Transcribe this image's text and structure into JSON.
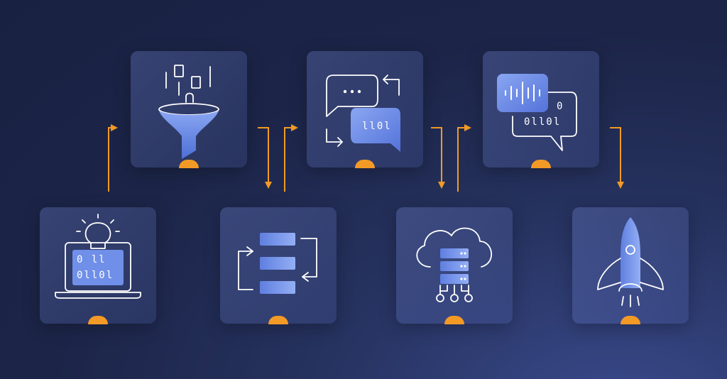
{
  "colors": {
    "background_top": "#192142",
    "background_glow": "#3a4a8c",
    "card_stroke": "#ffffff",
    "accent_blue": "#6f8fe8",
    "accent_orange": "#f39a26"
  },
  "steps": [
    {
      "id": "idea",
      "icon": "laptop-lightbulb-icon",
      "digits_top": "0 ll",
      "digits_bottom": "0ll0l"
    },
    {
      "id": "filter",
      "icon": "data-funnel-icon"
    },
    {
      "id": "process",
      "icon": "stack-cycle-icon"
    },
    {
      "id": "chat",
      "icon": "chat-bubbles-icon",
      "digits": "ll0l"
    },
    {
      "id": "cloud",
      "icon": "cloud-server-icon"
    },
    {
      "id": "voice",
      "icon": "voice-chat-icon",
      "digits_top": "0",
      "digits_bottom": "0ll0l"
    },
    {
      "id": "launch",
      "icon": "rocket-icon"
    }
  ]
}
